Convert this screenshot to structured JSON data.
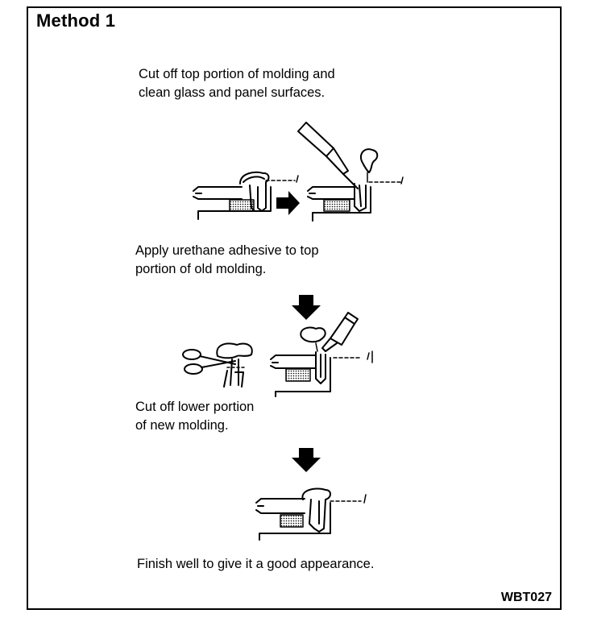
{
  "title": "Method 1",
  "steps": [
    "Cut off top portion of molding and\nclean glass and panel surfaces.",
    "Apply urethane adhesive to top\nportion of old molding.",
    "Cut off lower portion\nof new molding.",
    "Finish well to give it a good appearance."
  ],
  "figure_code": "WBT027"
}
